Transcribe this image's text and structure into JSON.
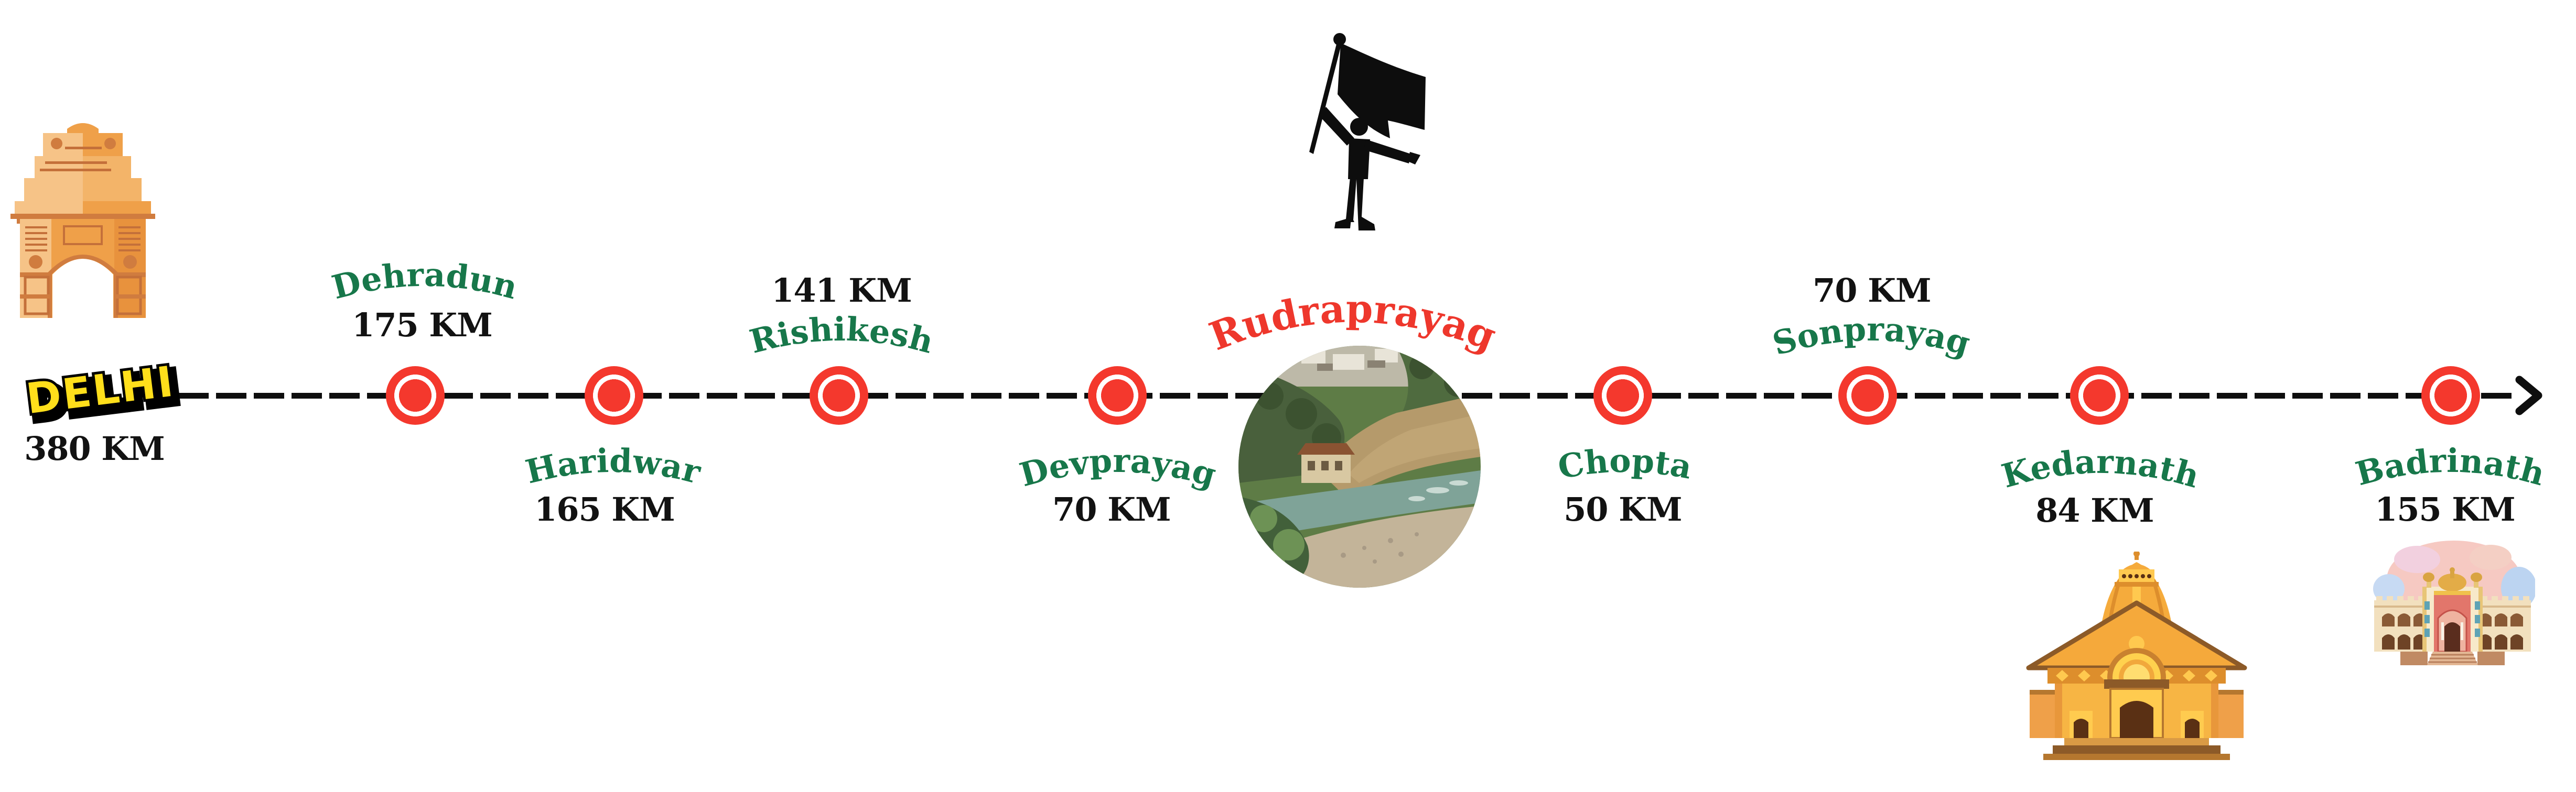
{
  "origin": {
    "name": "DELHI",
    "distance": "380 KM"
  },
  "stops": [
    {
      "name": "Dehradun",
      "distance": "175 KM",
      "label_position": "above"
    },
    {
      "name": "Haridwar",
      "distance": "165 KM",
      "label_position": "below"
    },
    {
      "name": "Rishikesh",
      "distance": "141 KM",
      "label_position": "above"
    },
    {
      "name": "Devprayag",
      "distance": "70 KM",
      "label_position": "below"
    },
    {
      "name": "Rudraprayag",
      "label_position": "above"
    },
    {
      "name": "Chopta",
      "distance": "50 KM",
      "label_position": "below"
    },
    {
      "name": "Sonprayag",
      "distance": "70 KM",
      "label_position": "above"
    },
    {
      "name": "Kedarnath",
      "distance": "84 KM",
      "label_position": "below"
    },
    {
      "name": "Badrinath",
      "distance": "155 KM",
      "label_position": "below"
    }
  ],
  "colors": {
    "stop_name_green": "#17774a",
    "highlight_red": "#ee372c",
    "marker_red": "#f4382d",
    "route_line_black": "#0e0e0e",
    "delhi_yellow": "#ffdf1b"
  },
  "icons": {
    "origin": "india-gate-illustration",
    "midpoint": "flag-bearer-icon",
    "rudraprayag": "river-confluence-photo",
    "kedarnath": "kedarnath-temple-illustration",
    "badrinath": "badrinath-temple-illustration",
    "line_end": "arrow-head-icon"
  }
}
